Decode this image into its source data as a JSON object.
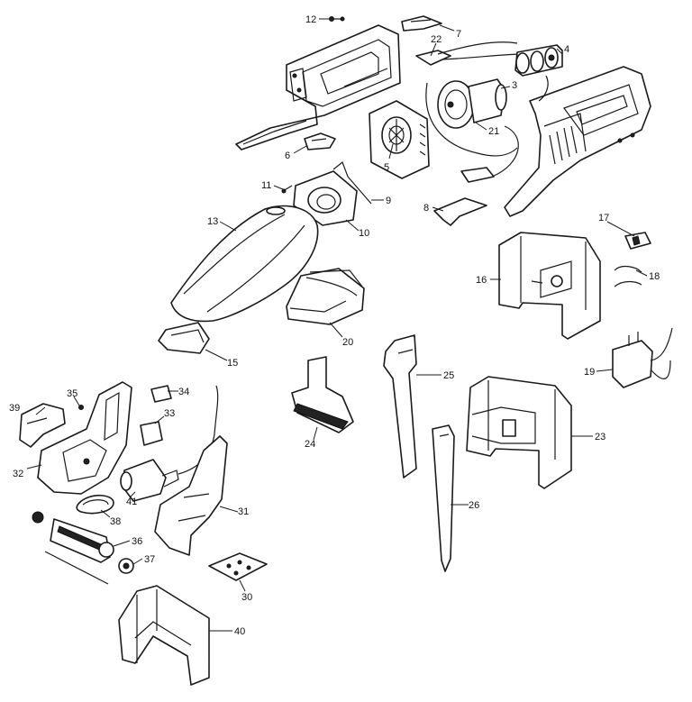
{
  "callouts": [
    {
      "id": "p12",
      "number": "12"
    },
    {
      "id": "p7",
      "number": "7"
    },
    {
      "id": "p22",
      "number": "22"
    },
    {
      "id": "p4",
      "number": "4"
    },
    {
      "id": "p3",
      "number": "3"
    },
    {
      "id": "p21",
      "number": "21"
    },
    {
      "id": "p6",
      "number": "6"
    },
    {
      "id": "p5",
      "number": "5"
    },
    {
      "id": "p11",
      "number": "11"
    },
    {
      "id": "p9",
      "number": "9"
    },
    {
      "id": "p10",
      "number": "10"
    },
    {
      "id": "p8",
      "number": "8"
    },
    {
      "id": "p13",
      "number": "13"
    },
    {
      "id": "p17",
      "number": "17"
    },
    {
      "id": "p16",
      "number": "16"
    },
    {
      "id": "p18",
      "number": "18"
    },
    {
      "id": "p20",
      "number": "20"
    },
    {
      "id": "p15",
      "number": "15"
    },
    {
      "id": "p19",
      "number": "19"
    },
    {
      "id": "p25",
      "number": "25"
    },
    {
      "id": "p39",
      "number": "39"
    },
    {
      "id": "p35",
      "number": "35"
    },
    {
      "id": "p34",
      "number": "34"
    },
    {
      "id": "p33",
      "number": "33"
    },
    {
      "id": "p24",
      "number": "24"
    },
    {
      "id": "p23",
      "number": "23"
    },
    {
      "id": "p32",
      "number": "32"
    },
    {
      "id": "p41",
      "number": "41"
    },
    {
      "id": "p31",
      "number": "31"
    },
    {
      "id": "p38",
      "number": "38"
    },
    {
      "id": "p26",
      "number": "26"
    },
    {
      "id": "p36",
      "number": "36"
    },
    {
      "id": "p37",
      "number": "37"
    },
    {
      "id": "p30",
      "number": "30"
    },
    {
      "id": "p40",
      "number": "40"
    }
  ]
}
